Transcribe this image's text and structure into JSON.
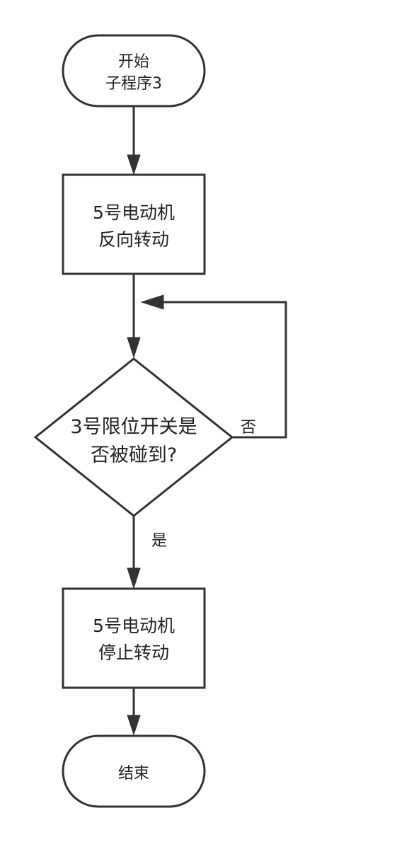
{
  "nodes": {
    "start": {
      "line1": "开始",
      "line2": "子程序3"
    },
    "reverse": {
      "line1": "5号电动机",
      "line2": "反向转动"
    },
    "decision": {
      "line1": "3号限位开关是",
      "line2": "否被碰到?"
    },
    "stop": {
      "line1": "5号电动机",
      "line2": "停止转动"
    },
    "end": {
      "line1": "结束"
    }
  },
  "edges": {
    "no_label": "否",
    "yes_label": "是"
  },
  "colors": {
    "stroke": "#333333",
    "fill": "#ffffff",
    "text": "#222222"
  }
}
